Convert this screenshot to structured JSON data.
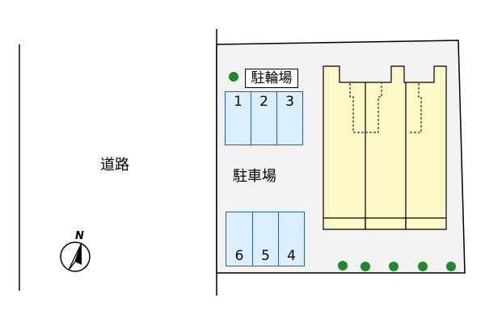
{
  "road_label": "道路",
  "parking_label": "駐車場",
  "bicycle_parking_label": "駐輪場",
  "bicycle_stalls": [
    "1",
    "2",
    "3"
  ],
  "car_stalls": [
    "6",
    "5",
    "4"
  ],
  "compass_label": "N",
  "colors": {
    "site_fill": "#f2f2f2",
    "building_fill": "#fdf8c8",
    "stall_fill": "#dcefff",
    "stall_border": "#2a5fa8",
    "tree": "#1f8a2a"
  },
  "icons": [
    "north-arrow-icon",
    "tree-icon"
  ]
}
